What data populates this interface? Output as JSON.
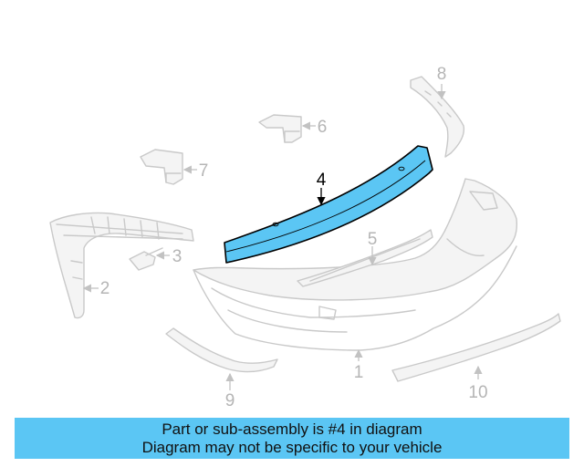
{
  "diagram": {
    "highlight_color": "#5bc6f4",
    "callouts": {
      "c1": "1",
      "c2": "2",
      "c3": "3",
      "c4": "4",
      "c5": "5",
      "c6": "6",
      "c7": "7",
      "c8": "8",
      "c9": "9",
      "c10": "10"
    }
  },
  "banner": {
    "line1": "Part or sub-assembly is #4 in diagram",
    "line2": "Diagram may not be specific to your vehicle"
  }
}
